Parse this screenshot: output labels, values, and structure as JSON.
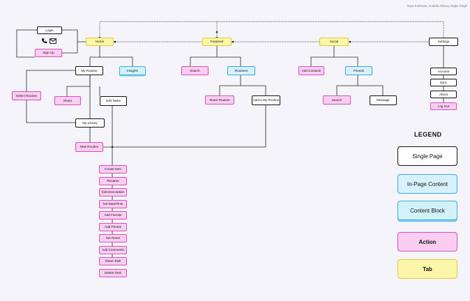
{
  "credits": "Tejus Krishnan, Anahita Gharai, Rajbir Singh",
  "nodes": {
    "login": "Login",
    "signup": "Sign Up",
    "home": "Home",
    "featured": "Featured",
    "social": "Social",
    "settings": "Settings",
    "my_routine": "My Routine",
    "insights": "Insights",
    "search_featured": "Search",
    "routines": "Routines",
    "add_contacts": "Add Contacts",
    "friends": "Friends",
    "account": "Account",
    "sync": "Sync",
    "about": "About",
    "logout": "Log Out",
    "select_routine": "Select Routine",
    "share": "Share",
    "edit_tasks": "Edit Tasks",
    "share_routine": "Share Routine",
    "add_to_my_routine": "Add to My Routine",
    "search_social": "Search",
    "message": "Message",
    "my_library": "My Library",
    "new_routine": "New Routine",
    "create_item": "Create Item",
    "rename": "Rename",
    "edit_description": "Edit Description",
    "set_date_time": "Set Date/Time",
    "add_friends": "Add Friends",
    "add_photos": "Add Photos",
    "set_room": "Set Room",
    "add_comments": "Add Comments",
    "share_task": "Share Task",
    "delete_task": "Delete Task"
  },
  "legend": {
    "title": "LEGEND",
    "single_page": "Single Page",
    "in_page_content": "In-Page Content",
    "content_block": "Content Block",
    "action": "Action",
    "tab": "Tab"
  },
  "icons": [
    "phone-icon",
    "mail-icon"
  ]
}
